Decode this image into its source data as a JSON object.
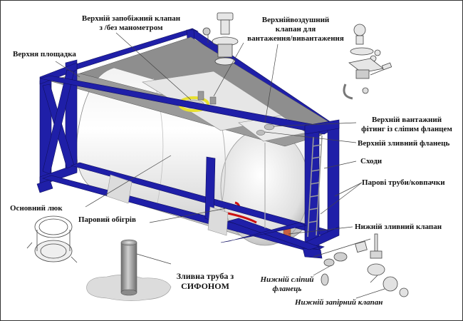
{
  "labels": {
    "top_safety_valve": [
      "Верхній запобіжний клапан",
      "з /без манометром"
    ],
    "top_air_valve": [
      "Верхнійвоздушний",
      "клапан для",
      "вантаження/вивантаження"
    ],
    "top_platform": "Верхня площадка",
    "top_loading_fitting": [
      "Верхній вантажний",
      "фітинг із сліпим фланцем"
    ],
    "top_drain_flange": "Верхній зливний фланець",
    "ladder": "Сходи",
    "steam_pipes": "Парові труби/ковпачки",
    "main_hatch": "Основний люк",
    "steam_heating": "Паровий обігрів",
    "bottom_drain_valve": "Нижній зливний клапан",
    "siphon_pipe": [
      "Зливна труба з",
      "СИФОНОМ"
    ],
    "bottom_blind_flange": [
      "Нижній сліпий",
      "фланець"
    ],
    "bottom_shutoff_valve": "Нижній запірний клапан"
  },
  "colors": {
    "frame": "#1f1fa8",
    "frame_dark": "#141478",
    "tank_light": "#ffffff",
    "tank_shade": "#d9d9d9",
    "walkway": "#8c8c8c",
    "steam_coil": "#cc1111",
    "manhole_highlight": "#e8e030",
    "leader_line": "#444444"
  }
}
